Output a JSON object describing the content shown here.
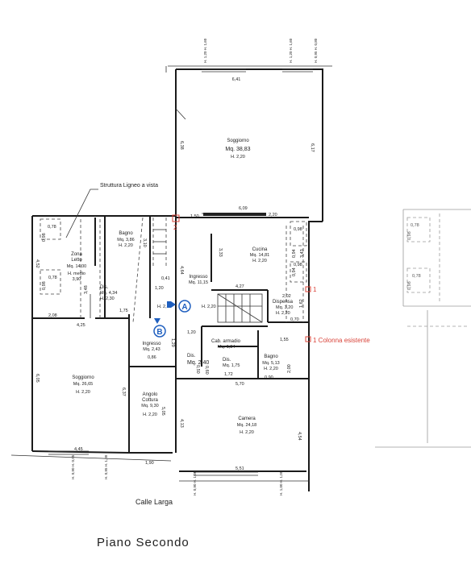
{
  "title": "Piano Secondo",
  "street": "Calle Larga",
  "annotation": "Struttura Ligneo a vista",
  "colonna": "1 Colonna esistente",
  "markers": {
    "a": "A",
    "b": "B",
    "one": "1",
    "two": "2"
  },
  "rooms": {
    "soggiorno_top": {
      "name": "Soggiorno",
      "area": "Mq. 38,83",
      "height": "H. 2,20"
    },
    "cucina": {
      "name": "Cucina",
      "area": "Mq. 14,81",
      "height": "H. 2,20"
    },
    "ingresso_mid": {
      "name": "Ingresso",
      "area": "Mq. 11,15"
    },
    "bagno_left": {
      "name": "Bagno",
      "area": "Mq. 3,86",
      "height": "H. 2,20"
    },
    "zona_letto": {
      "name": "Zona",
      "name2": "Letto",
      "area": "Mq. 14,00",
      "height": "H. medio",
      "height2": "3,90"
    },
    "dis_left": {
      "name": "Dis.",
      "area": "Mq. 4,34",
      "height": "H. 2,30"
    },
    "dispensa": {
      "name": "Dispensa",
      "area": "Mq. 3,20",
      "height": "H. 2,20"
    },
    "cab_armadio": {
      "name": "Cab. armadio",
      "area": "Mq. 1,84"
    },
    "dis_mid": {
      "name": "Dis.",
      "area": "Mq. 2,40"
    },
    "dis_small": {
      "name": "Dis.",
      "area": "Mq. 1,75"
    },
    "bagno_right": {
      "name": "Bagno",
      "area": "Mq. 5,13",
      "height": "H. 2,20"
    },
    "ingresso_left": {
      "name": "Ingresso",
      "area": "Mq. 2,43"
    },
    "soggiorno_left": {
      "name": "Soggiorno",
      "area": "Mq. 26,65",
      "height": "H. 2,20"
    },
    "angolo_cottura": {
      "name": "Angolo",
      "name2": "Cottura",
      "area": "Mq. 9,30",
      "height": "H. 2,20"
    },
    "camera": {
      "name": "Camera",
      "area": "Mq. 24,18",
      "height": "H. 2,20"
    }
  },
  "dimensions": {
    "d641": "6,41",
    "d638": "6,38",
    "d617": "6,17",
    "d609": "6,09",
    "d220a": "2,20",
    "d150": "1,50",
    "d333": "3,33",
    "d464": "4,64",
    "d427": "4,27",
    "d202": "2,02",
    "d162": "1,62",
    "d070": "0,70",
    "d155": "1,55",
    "d200": "2,00",
    "d172": "1,72",
    "d570": "5,70",
    "d413": "4,13",
    "d505": "5,05",
    "d454": "4,54",
    "d551": "5,51",
    "d190": "1,90",
    "d445": "4,45",
    "d605": "6,05",
    "d637": "6,37",
    "d425": "4,25",
    "d208": "2,08",
    "d175": "1,75",
    "d348": "3,48",
    "d452": "4,52",
    "d120": "1,20",
    "d310": "3,10",
    "d041": "0,41",
    "d129": "1,29",
    "d060": "0,60",
    "d050": "0,50",
    "d078a": "0,78",
    "d098a": "0,98",
    "d078b": "0,78",
    "d098b": "0,98",
    "d098c": "0,98",
    "d094": "0,94",
    "d098d": "0,98",
    "d343": "3,43",
    "d090": "0,90",
    "d086": "0,86",
    "d098e": "0,98",
    "d078c": "0,78",
    "d098f": "0,98",
    "d078d": "0,78",
    "h220a": "H. 2,20",
    "h220b": "H. 2,20",
    "h220c": "H. 2,20"
  },
  "window_marks": {
    "top1": "H. 1,20 H. 1,60",
    "top2": "H. 1,20 H. 1,60",
    "top3": "H. 0,95 H. 0,80",
    "bot1": "H. 0,90 H. 0,95",
    "bot2": "H. 0,95 H. 1,00",
    "bot3": "H. 0,90 H. 1,00",
    "bot4": "H. 1,00 H. 1,00"
  }
}
